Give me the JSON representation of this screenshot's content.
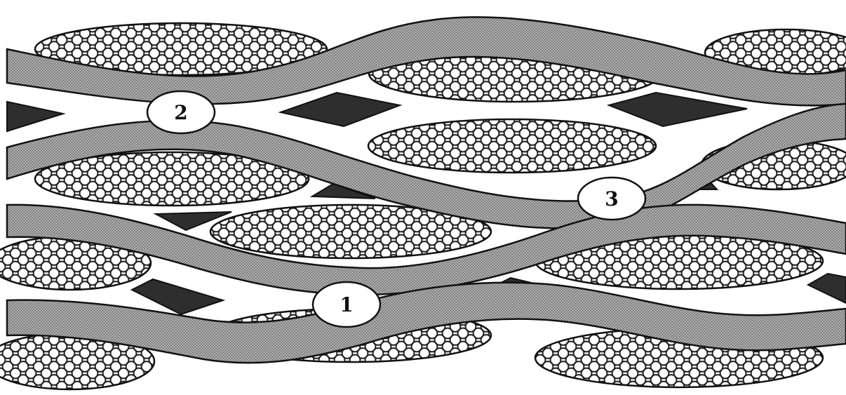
{
  "diagram": {
    "markers": [
      {
        "id": "marker-1",
        "label": "1"
      },
      {
        "id": "marker-2",
        "label": "2"
      },
      {
        "id": "marker-3",
        "label": "3"
      }
    ]
  },
  "colors": {
    "background": "#ffffff",
    "yarn_band": "#8f8f8f",
    "crosshatch_fill": "#ffffff",
    "crosshatch_lines": "#222222",
    "diamond_fill": "#2e2e2e",
    "outline": "#111111",
    "marker_fill": "#ffffff"
  }
}
